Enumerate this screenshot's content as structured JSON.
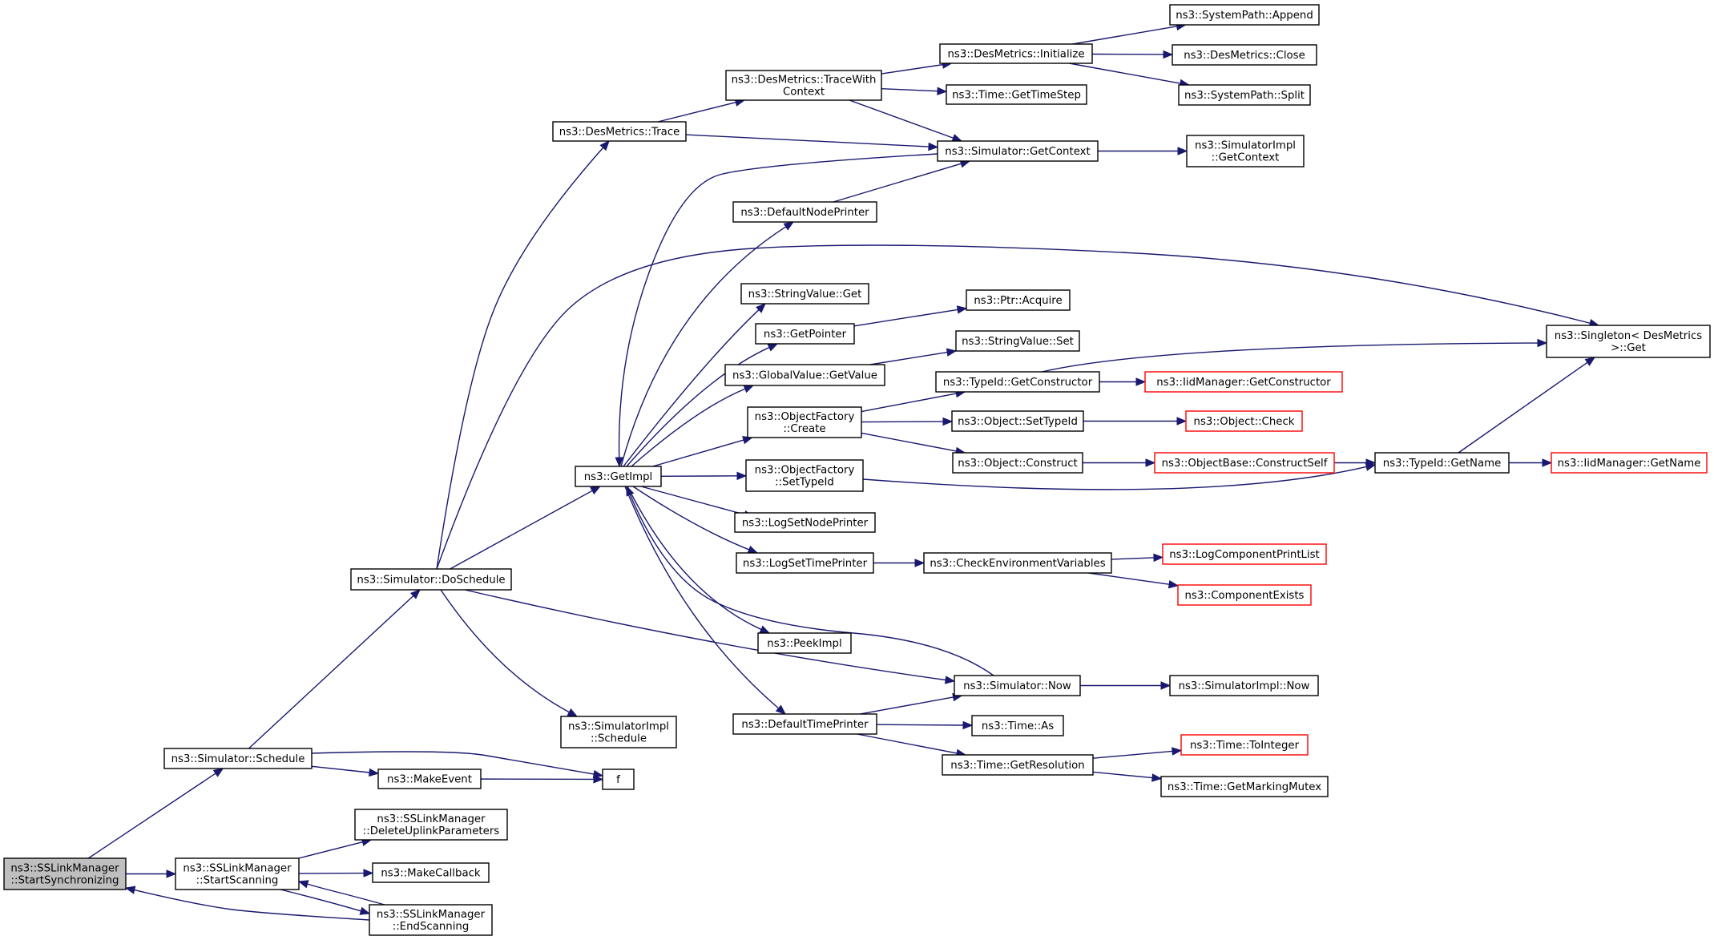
{
  "colors": {
    "edge": "#191970",
    "root_fill": "#bfbfbf",
    "truncated_border": "#ff0000",
    "node_border": "#000000"
  },
  "nodes": [
    {
      "id": "start_sync",
      "lines": [
        "ns3::SSLinkManager",
        "::StartSynchronizing"
      ],
      "root": true
    },
    {
      "id": "sim_schedule",
      "lines": [
        "ns3::Simulator::Schedule"
      ]
    },
    {
      "id": "start_scanning",
      "lines": [
        "ns3::SSLinkManager",
        "::StartScanning"
      ]
    },
    {
      "id": "do_schedule",
      "lines": [
        "ns3::Simulator::DoSchedule"
      ]
    },
    {
      "id": "make_event",
      "lines": [
        "ns3::MakeEvent"
      ]
    },
    {
      "id": "f",
      "lines": [
        "f"
      ]
    },
    {
      "id": "delete_uplink",
      "lines": [
        "ns3::SSLinkManager",
        "::DeleteUplinkParameters"
      ]
    },
    {
      "id": "make_callback",
      "lines": [
        "ns3::MakeCallback"
      ]
    },
    {
      "id": "end_scanning",
      "lines": [
        "ns3::SSLinkManager",
        "::EndScanning"
      ]
    },
    {
      "id": "desmetrics_trace",
      "lines": [
        "ns3::DesMetrics::Trace"
      ]
    },
    {
      "id": "get_impl",
      "lines": [
        "ns3::GetImpl"
      ]
    },
    {
      "id": "simimpl_schedule",
      "lines": [
        "ns3::SimulatorImpl",
        "::Schedule"
      ]
    },
    {
      "id": "trace_with_context",
      "lines": [
        "ns3::DesMetrics::TraceWith",
        "Context"
      ]
    },
    {
      "id": "default_node_printer",
      "lines": [
        "ns3::DefaultNodePrinter"
      ]
    },
    {
      "id": "stringvalue_get",
      "lines": [
        "ns3::StringValue::Get"
      ]
    },
    {
      "id": "get_pointer",
      "lines": [
        "ns3::GetPointer"
      ]
    },
    {
      "id": "globalvalue_getvalue",
      "lines": [
        "ns3::GlobalValue::GetValue"
      ]
    },
    {
      "id": "objfactory_create",
      "lines": [
        "ns3::ObjectFactory",
        "::Create"
      ]
    },
    {
      "id": "objfactory_settypeid",
      "lines": [
        "ns3::ObjectFactory",
        "::SetTypeId"
      ]
    },
    {
      "id": "log_set_node_printer",
      "lines": [
        "ns3::LogSetNodePrinter"
      ]
    },
    {
      "id": "log_set_time_printer",
      "lines": [
        "ns3::LogSetTimePrinter"
      ]
    },
    {
      "id": "peek_impl",
      "lines": [
        "ns3::PeekImpl"
      ]
    },
    {
      "id": "default_time_printer",
      "lines": [
        "ns3::DefaultTimePrinter"
      ]
    },
    {
      "id": "desmetrics_initialize",
      "lines": [
        "ns3::DesMetrics::Initialize"
      ]
    },
    {
      "id": "time_gettimestep",
      "lines": [
        "ns3::Time::GetTimeStep"
      ]
    },
    {
      "id": "sim_getcontext",
      "lines": [
        "ns3::Simulator::GetContext"
      ]
    },
    {
      "id": "ptr_acquire",
      "lines": [
        "ns3::Ptr::Acquire"
      ]
    },
    {
      "id": "stringvalue_set",
      "lines": [
        "ns3::StringValue::Set"
      ]
    },
    {
      "id": "typeid_getconstructor",
      "lines": [
        "ns3::TypeId::GetConstructor"
      ]
    },
    {
      "id": "object_settypeid",
      "lines": [
        "ns3::Object::SetTypeId"
      ]
    },
    {
      "id": "object_construct",
      "lines": [
        "ns3::Object::Construct"
      ]
    },
    {
      "id": "check_env_vars",
      "lines": [
        "ns3::CheckEnvironmentVariables"
      ]
    },
    {
      "id": "sim_now",
      "lines": [
        "ns3::Simulator::Now"
      ]
    },
    {
      "id": "time_as",
      "lines": [
        "ns3::Time::As"
      ]
    },
    {
      "id": "time_getresolution",
      "lines": [
        "ns3::Time::GetResolution"
      ]
    },
    {
      "id": "systempath_append",
      "lines": [
        "ns3::SystemPath::Append"
      ]
    },
    {
      "id": "desmetrics_close",
      "lines": [
        "ns3::DesMetrics::Close"
      ]
    },
    {
      "id": "systempath_split",
      "lines": [
        "ns3::SystemPath::Split"
      ]
    },
    {
      "id": "simimpl_getcontext",
      "lines": [
        "ns3::SimulatorImpl",
        "::GetContext"
      ]
    },
    {
      "id": "iidmanager_getconstructor",
      "lines": [
        "ns3::IidManager::GetConstructor"
      ],
      "truncated": true
    },
    {
      "id": "object_check",
      "lines": [
        "ns3::Object::Check"
      ],
      "truncated": true
    },
    {
      "id": "objectbase_constructself",
      "lines": [
        "ns3::ObjectBase::ConstructSelf"
      ],
      "truncated": true
    },
    {
      "id": "log_component_print_list",
      "lines": [
        "ns3::LogComponentPrintList"
      ],
      "truncated": true
    },
    {
      "id": "component_exists",
      "lines": [
        "ns3::ComponentExists"
      ],
      "truncated": true
    },
    {
      "id": "simimpl_now",
      "lines": [
        "ns3::SimulatorImpl::Now"
      ]
    },
    {
      "id": "time_tointeger",
      "lines": [
        "ns3::Time::ToInteger"
      ],
      "truncated": true
    },
    {
      "id": "time_getmarkingmutex",
      "lines": [
        "ns3::Time::GetMarkingMutex"
      ]
    },
    {
      "id": "singleton_get",
      "lines": [
        "ns3::Singleton< DesMetrics",
        " >::Get"
      ]
    },
    {
      "id": "typeid_getname",
      "lines": [
        "ns3::TypeId::GetName"
      ]
    },
    {
      "id": "iidmanager_getname",
      "lines": [
        "ns3::IidManager::GetName"
      ],
      "truncated": true
    }
  ],
  "edges": [
    [
      "start_sync",
      "sim_schedule"
    ],
    [
      "start_sync",
      "start_scanning"
    ],
    [
      "sim_schedule",
      "do_schedule"
    ],
    [
      "sim_schedule",
      "make_event"
    ],
    [
      "sim_schedule",
      "f"
    ],
    [
      "make_event",
      "f"
    ],
    [
      "start_scanning",
      "delete_uplink"
    ],
    [
      "start_scanning",
      "make_callback"
    ],
    [
      "start_scanning",
      "end_scanning"
    ],
    [
      "end_scanning",
      "start_scanning"
    ],
    [
      "end_scanning",
      "start_sync"
    ],
    [
      "do_schedule",
      "desmetrics_trace"
    ],
    [
      "do_schedule",
      "singleton_get"
    ],
    [
      "do_schedule",
      "get_impl"
    ],
    [
      "do_schedule",
      "simimpl_schedule"
    ],
    [
      "do_schedule",
      "sim_now"
    ],
    [
      "desmetrics_trace",
      "trace_with_context"
    ],
    [
      "desmetrics_trace",
      "sim_getcontext"
    ],
    [
      "trace_with_context",
      "desmetrics_initialize"
    ],
    [
      "trace_with_context",
      "time_gettimestep"
    ],
    [
      "trace_with_context",
      "sim_getcontext"
    ],
    [
      "desmetrics_initialize",
      "systempath_append"
    ],
    [
      "desmetrics_initialize",
      "desmetrics_close"
    ],
    [
      "desmetrics_initialize",
      "systempath_split"
    ],
    [
      "sim_getcontext",
      "simimpl_getcontext"
    ],
    [
      "sim_getcontext",
      "get_impl"
    ],
    [
      "get_impl",
      "default_node_printer"
    ],
    [
      "get_impl",
      "stringvalue_get"
    ],
    [
      "get_impl",
      "get_pointer"
    ],
    [
      "get_impl",
      "globalvalue_getvalue"
    ],
    [
      "get_impl",
      "objfactory_create"
    ],
    [
      "get_impl",
      "objfactory_settypeid"
    ],
    [
      "get_impl",
      "log_set_node_printer"
    ],
    [
      "get_impl",
      "log_set_time_printer"
    ],
    [
      "get_impl",
      "peek_impl"
    ],
    [
      "get_impl",
      "default_time_printer"
    ],
    [
      "default_node_printer",
      "sim_getcontext"
    ],
    [
      "get_pointer",
      "ptr_acquire"
    ],
    [
      "globalvalue_getvalue",
      "stringvalue_set"
    ],
    [
      "objfactory_create",
      "typeid_getconstructor"
    ],
    [
      "objfactory_create",
      "object_settypeid"
    ],
    [
      "objfactory_create",
      "object_construct"
    ],
    [
      "objfactory_settypeid",
      "typeid_getname"
    ],
    [
      "typeid_getconstructor",
      "iidmanager_getconstructor"
    ],
    [
      "typeid_getconstructor",
      "singleton_get"
    ],
    [
      "object_settypeid",
      "object_check"
    ],
    [
      "object_construct",
      "objectbase_constructself"
    ],
    [
      "objectbase_constructself",
      "typeid_getname"
    ],
    [
      "typeid_getname",
      "iidmanager_getname"
    ],
    [
      "typeid_getname",
      "singleton_get"
    ],
    [
      "log_set_time_printer",
      "check_env_vars"
    ],
    [
      "check_env_vars",
      "log_component_print_list"
    ],
    [
      "check_env_vars",
      "component_exists"
    ],
    [
      "sim_now",
      "get_impl"
    ],
    [
      "sim_now",
      "simimpl_now"
    ],
    [
      "default_time_printer",
      "sim_now"
    ],
    [
      "default_time_printer",
      "time_as"
    ],
    [
      "default_time_printer",
      "time_getresolution"
    ],
    [
      "time_getresolution",
      "time_tointeger"
    ],
    [
      "time_getresolution",
      "time_getmarkingmutex"
    ]
  ]
}
